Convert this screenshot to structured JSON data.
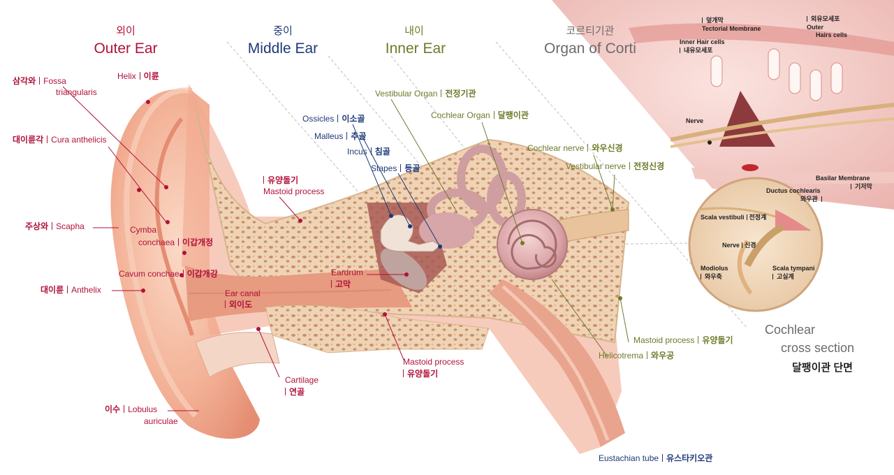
{
  "headers": {
    "outer": {
      "ko": "외이",
      "en": "Outer Ear"
    },
    "middle": {
      "ko": "중이",
      "en": "Middle Ear"
    },
    "inner": {
      "ko": "내이",
      "en": "Inner Ear"
    },
    "corti": {
      "ko": "코르티기관",
      "en": "Organ of Corti"
    }
  },
  "outer_labels": {
    "fossa_ko": "삼각와",
    "fossa_en_1": "Fossa",
    "fossa_en_2": "triangularis",
    "helix_en": "Helix",
    "helix_ko": "이륜",
    "cura_ko": "대이륜각",
    "cura_en": "Cura anthelicis",
    "scapha_ko": "주상와",
    "scapha_en": "Scapha",
    "cymba_en_1": "Cymba",
    "cymba_en_2": "conchaea",
    "cymba_ko": "이갑개정",
    "cavum_en": "Cavum conchae",
    "cavum_ko": "이갑개강",
    "anthelix_ko": "대이륜",
    "anthelix_en": "Anthelix",
    "lobulus_ko": "이수",
    "lobulus_en_1": "Lobulus",
    "lobulus_en_2": "auriculae",
    "mastoid_top_ko": "유양돌기",
    "mastoid_top_en": "Mastoid process",
    "earcanal_en": "Ear canal",
    "earcanal_ko": "외이도",
    "cartilage_en": "Cartilage",
    "cartilage_ko": "연골",
    "eardrum_en": "Eardrum",
    "eardrum_ko": "고막",
    "mastoid_bottom_en": "Mastoid process",
    "mastoid_bottom_ko": "유양돌기"
  },
  "middle_labels": {
    "ossicles_en": "Ossicles",
    "ossicles_ko": "이소골",
    "malleus_en": "Malleus",
    "malleus_ko": "추골",
    "incus_en": "Incus",
    "incus_ko": "침골",
    "stapes_en": "Stapes",
    "stapes_ko": "등골",
    "eustachian_en": "Eustachian tube",
    "eustachian_ko": "유스타키오관"
  },
  "inner_labels": {
    "vestibular_organ_en": "Vestibular Organ",
    "vestibular_organ_ko": "전정기관",
    "cochlear_organ_en": "Cochlear Organ",
    "cochlear_organ_ko": "달팽이관",
    "cochlear_nerve_en": "Cochlear nerve",
    "cochlear_nerve_ko": "와우신경",
    "vestibular_nerve_en": "Vestibular nerve",
    "vestibular_nerve_ko": "전정신경",
    "mastoid_right_en": "Mastoid process",
    "mastoid_right_ko": "유양돌기",
    "helicotrema_en": "Helicotrema",
    "helicotrema_ko": "와우공"
  },
  "corti_labels": {
    "tectorial_ko": "덮개막",
    "tectorial_en": "Tectorial Membrane",
    "outer_hair_ko": "외유모세포",
    "outer_hair_en_1": "Outer",
    "outer_hair_en_2": "Hairs cells",
    "inner_hair_en": "Inner Hair cells",
    "inner_hair_ko": "내유모세포",
    "nerve_en": "Nerve",
    "basilar_en": "Basilar Membrane",
    "basilar_ko": "기저막"
  },
  "cross_section": {
    "ductus_en": "Ductus cochlearis",
    "ductus_ko": "와우관",
    "scala_vestibuli_en": "Scala vestibuli",
    "scala_vestibuli_ko": "전정계",
    "nerve_en": "Nerve",
    "nerve_ko": "신경",
    "modiolus_en": "Modiolus",
    "modiolus_ko": "와우축",
    "scala_tympani_en": "Scala tympani",
    "scala_tympani_ko": "고실계",
    "title_en_1": "Cochlear",
    "title_en_2": "cross section",
    "title_ko": "달팽이관 단면"
  },
  "colors": {
    "outer_red": "#b0123a",
    "middle_navy": "#1d3a78",
    "inner_olive": "#6e7a2a",
    "corti_grey": "#6b6b6b",
    "skin": "#f2b49a",
    "bone": "#e9c7a6"
  }
}
